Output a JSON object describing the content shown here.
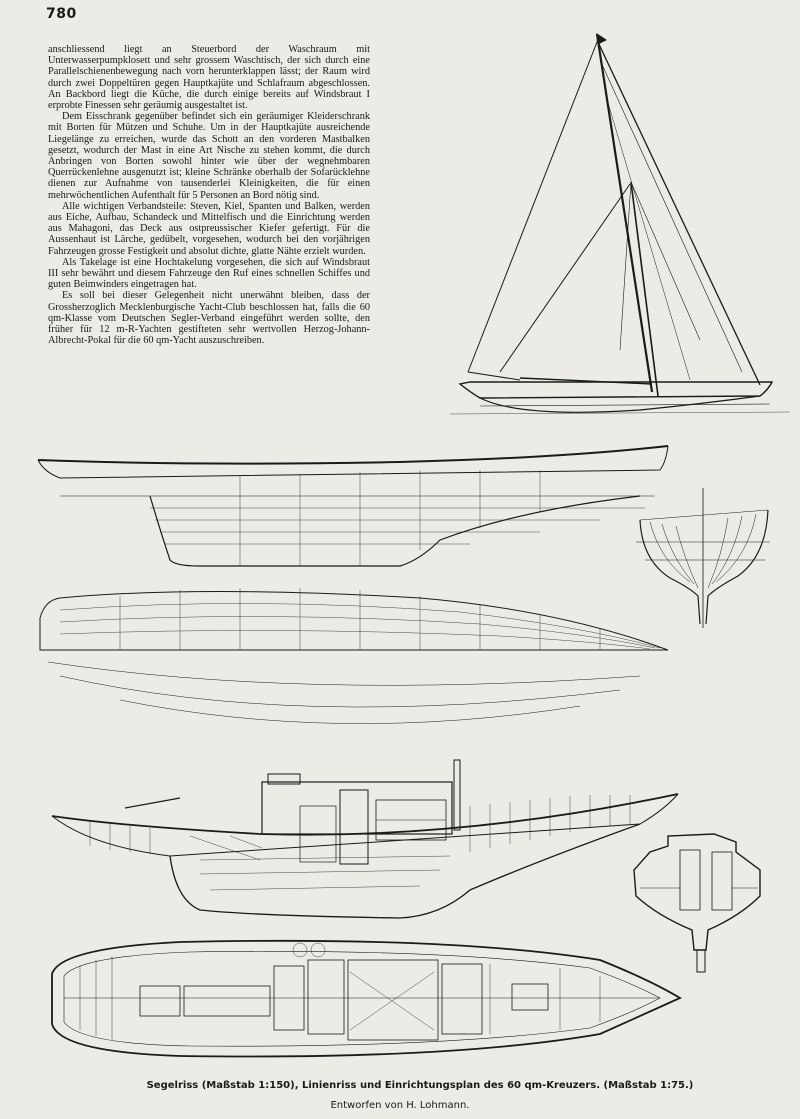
{
  "page_number": "780",
  "paragraphs": [
    "anschliessend liegt an Steuerbord der Waschraum mit Unterwasserpumpklosett und sehr grossem Waschtisch, der sich durch eine Parallelschienenbewegung nach vorn herunterklappen lässt; der Raum wird durch zwei Doppeltüren gegen Hauptkajüte und Schlafraum abgeschlossen. An Backbord liegt die Küche, die durch einige bereits auf Windsbraut I erprobte Finessen sehr geräumig ausgestaltet ist.",
    "Dem Eisschrank gegenüber befindet sich ein geräumiger Kleiderschrank mit Borten für Mützen und Schuhe. Um in der Hauptkajüte ausreichende Liegelänge zu erreichen, wurde das Schott an den vorderen Mastbalken gesetzt, wodurch der Mast in eine Art Nische zu stehen kommt, die durch Anbringen von Borten sowohl hinter wie über der wegnehmbaren Querrückenlehne ausgenutzt ist; kleine Schränke oberhalb der Sofarücklehne dienen zur Aufnahme von tausenderlei Kleinigkeiten, die für einen mehrwöchentlichen Aufenthalt für 5 Personen an Bord nötig sind.",
    "Alle wichtigen Verbandsteile: Steven, Kiel, Spanten und Balken, werden aus Eiche, Aufbau, Schandeck und Mittelfisch und die Einrichtung werden aus Mahagoni, das Deck aus ostpreussischer Kiefer gefertigt. Für die Aussenhaut ist Lärche, gedübelt, vorgesehen, wodurch bei den vorjährigen Fahrzeugen grosse Festigkeit und absolut dichte, glatte Nähte erzielt wurden.",
    "Als Takelage ist eine Hochtakelung vorgesehen, die sich auf Windsbraut III sehr bewährt und diesem Fahrzeuge den Ruf eines schnellen Schiffes und guten Beimwinders eingetragen hat.",
    "Es soll bei dieser Gelegenheit nicht unerwähnt bleiben, dass der Grossherzoglich Mecklenburgische Yacht-Club beschlossen hat, falls die 60 qm-Klasse vom Deutschen Segler-Verband eingeführt werden sollte, den früher für 12 m-R-Yachten gestifteten sehr wertvollen Herzog-Johann-Albrecht-Pokal für die 60 qm-Yacht auszuschreiben."
  ],
  "caption": {
    "main": "Segelriss (Maßstab 1:150), Linienriss und Einrichtungsplan des 60 qm-Kreuzers. (Maßstab 1:75.)",
    "sub": "Entworfen von H. Lohmann."
  },
  "colors": {
    "ink": "#1a1a1a",
    "paper": "#ecebe6"
  }
}
